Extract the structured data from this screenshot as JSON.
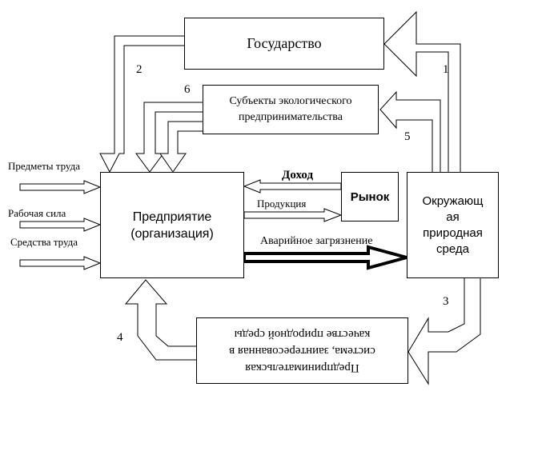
{
  "boxes": {
    "state": "Государство",
    "eco_line1": "Субъекты экологического",
    "eco_line2": "предпринимательства",
    "enterprise_line1": "Предприятие",
    "enterprise_line2": "(организация)",
    "market": "Рынок",
    "env_line1": "Окружающ",
    "env_line2": "ая",
    "env_line3": "природная",
    "env_line4": "среда",
    "system_line1": "Предпринимательская",
    "system_line2": "система, заинтересованная в",
    "system_line3": "качестве природной среды"
  },
  "inputs": {
    "objects": "Предметы труда",
    "labor": "Рабочая сила",
    "means": "Средства труда"
  },
  "flows": {
    "income": "Доход",
    "products": "Продукция",
    "pollution": "Аварийное загрязнение"
  },
  "numbers": [
    "1",
    "2",
    "3",
    "4",
    "5",
    "6"
  ]
}
